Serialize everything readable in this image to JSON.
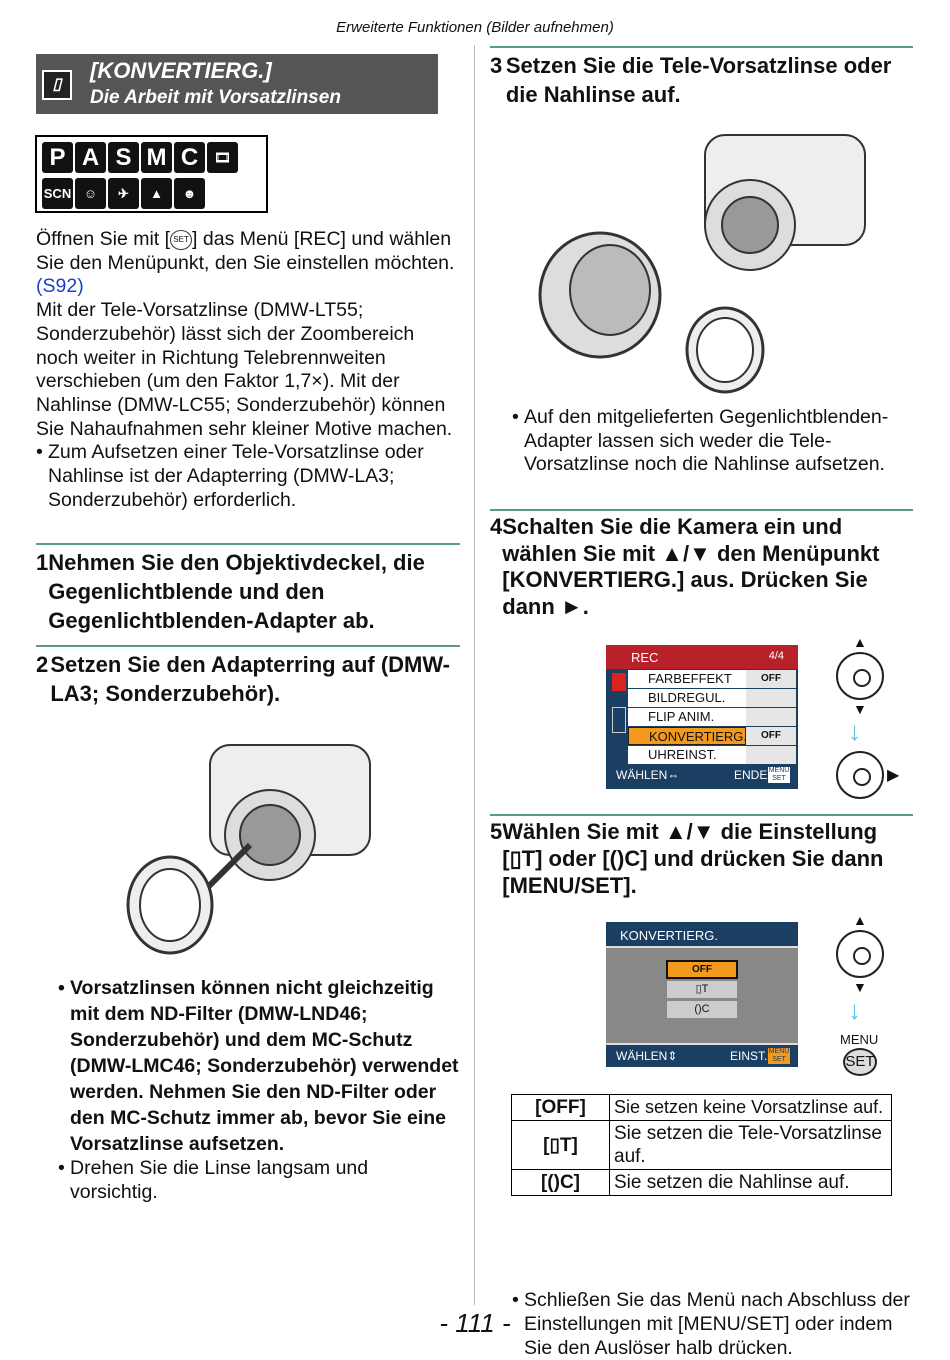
{
  "header": "Erweiterte Funktionen (Bilder aufnehmen)",
  "title": {
    "line1": "[KONVERTIERG.]",
    "line2": "Die Arbeit mit Vorsatzlinsen",
    "icon": "conversion-lens-icon"
  },
  "modes": {
    "row1": [
      "P",
      "A",
      "S",
      "M",
      "C",
      "🎞"
    ],
    "row2": [
      "SCN",
      "☺",
      "✈",
      "▲",
      "☻"
    ]
  },
  "intro": {
    "l1a": "Öffnen Sie mit [",
    "menu_icon": "MENU SET",
    "l1b": "] das Menü [REC] und wählen Sie den Menüpunkt, den Sie einstellen möchten.",
    "link": "(S92)",
    "p2": "Mit der Tele-Vorsatzlinse (DMW-LT55; Sonderzubehör) lässt sich der Zoombereich noch weiter in Richtung Telebrennweiten verschieben (um den Faktor 1,7×). Mit der Nahlinse (DMW-LC55; Sonderzubehör) können Sie Nahaufnahmen sehr kleiner Motive machen.",
    "bullet": "Zum Aufsetzen einer Tele-Vorsatzlinse oder Nahlinse ist der Adapterring (DMW-LA3; Sonderzubehör) erforderlich."
  },
  "steps": [
    {
      "n": "1",
      "text": "Nehmen Sie den Objektivdeckel, die Gegenlichtblende und den Gegenlichtblenden-Adapter ab."
    },
    {
      "n": "2",
      "text": "Setzen Sie den Adapterring auf (DMW-LA3; Sonderzubehör)."
    },
    {
      "n": "3",
      "text": "Setzen Sie die Tele-Vorsatzlinse oder die Nahlinse auf."
    },
    {
      "n": "4",
      "text": "Schalten Sie die Kamera ein und wählen Sie mit ▲/▼ den Menüpunkt [KONVERTIERG.] aus. Drücken Sie dann ►."
    },
    {
      "n": "5",
      "text": "Wählen Sie mit ▲/▼ die Einstellung [▯T] oder [()C] und drücken Sie dann [MENU/SET]."
    }
  ],
  "step2_notes": {
    "bold": "Vorsatzlinsen können nicht gleichzeitig mit dem ND-Filter (DMW-LND46; Sonderzubehör) und dem MC-Schutz (DMW-LMC46; Sonderzubehör) verwendet werden. Nehmen Sie den ND-Filter oder den MC-Schutz immer ab, bevor Sie eine Vorsatzlinse aufsetzen.",
    "normal": "Drehen Sie die Linse langsam und vorsichtig."
  },
  "step3_note": "Auf den mitgelieferten Gegenlichtblenden-Adapter lassen sich weder die Tele-Vorsatzlinse noch die Nahlinse aufsetzen.",
  "screen1": {
    "title": "REC",
    "page": "4/4",
    "items": [
      {
        "label": "FARBEFFEKT",
        "value": "OFF"
      },
      {
        "label": "BILDREGUL.",
        "value": ""
      },
      {
        "label": "FLIP ANIM.",
        "value": ""
      },
      {
        "label": "KONVERTIERG.",
        "value": "OFF",
        "selected": true
      },
      {
        "label": "UHREINST.",
        "value": ""
      }
    ],
    "footer_left": "WÄHLEN⇔",
    "footer_right": "ENDE",
    "badge": "MENU SET"
  },
  "screen2": {
    "title": "KONVERTIERG.",
    "options": [
      "OFF",
      "▯T",
      "()C"
    ],
    "selected": 0,
    "footer_left": "WÄHLEN⇕",
    "footer_right": "EINST.",
    "badge": "MENU SET"
  },
  "menu_label": "MENU",
  "set_label": "SET",
  "table": [
    {
      "key": "[OFF]",
      "desc": "Sie setzen keine Vorsatzlinse auf."
    },
    {
      "key": "[▯T]",
      "desc": "Sie setzen die Tele-Vorsatzlinse auf."
    },
    {
      "key": "[()C]",
      "desc": "Sie setzen die Nahlinse auf."
    }
  ],
  "final_note": "Schließen Sie das Menü nach Abschluss der Einstellungen mit [MENU/SET] oder indem Sie den Auslöser halb drücken.",
  "page_number": "- 111 -",
  "colors": {
    "accent_rule": "#5a9a86",
    "menu_red": "#b8202a",
    "menu_orange": "#f39a1c",
    "screen_blue": "#1b3e63",
    "arrow_blue": "#5bc0eb"
  }
}
